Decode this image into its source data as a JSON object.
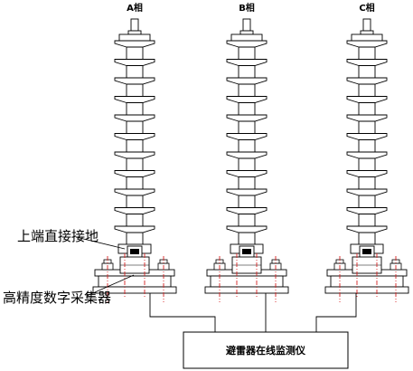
{
  "phases": [
    {
      "label": "A相"
    },
    {
      "label": "B相"
    },
    {
      "label": "C相"
    }
  ],
  "annotations": {
    "ground_label": "上端直接接地",
    "collector_label": "高精度数字采集器"
  },
  "monitor": {
    "label": "避雷器在线监测仪"
  },
  "colors": {
    "line": "#000000",
    "red_mark": "#d42020"
  }
}
